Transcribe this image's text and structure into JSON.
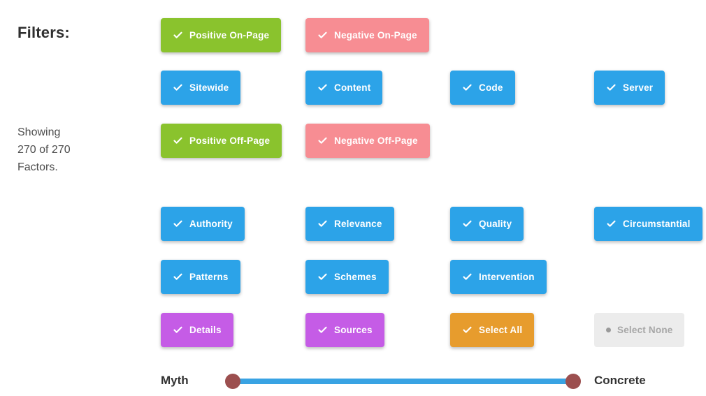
{
  "heading": "Filters:",
  "status_text": "Showing 270 of 270 Factors.",
  "results": {
    "showing": 270,
    "total": 270
  },
  "filter_buttons": {
    "positive_on_page": "Positive On-Page",
    "negative_on_page": "Negative On-Page",
    "sitewide": "Sitewide",
    "content": "Content",
    "code": "Code",
    "server": "Server",
    "positive_off_page": "Positive Off-Page",
    "negative_off_page": "Negative Off-Page",
    "authority": "Authority",
    "relevance": "Relevance",
    "quality": "Quality",
    "circumstantial": "Circumstantial",
    "patterns": "Patterns",
    "schemes": "Schemes",
    "intervention": "Intervention",
    "details": "Details",
    "sources": "Sources",
    "select_all": "Select All",
    "select_none": "Select None"
  },
  "button_states": {
    "all_filters_checked": true,
    "select_none_disabled": true
  },
  "slider": {
    "left_label": "Myth",
    "right_label": "Concrete",
    "handle_positions": [
      "min",
      "max"
    ]
  },
  "colors": {
    "positive_green": "#8ac32d",
    "negative_pink": "#f78d93",
    "category_blue": "#2ca3e8",
    "meta_purple": "#c55ce6",
    "select_all_orange": "#e79c2d",
    "select_none_bg": "#ececec",
    "select_none_text": "#a6a6a6",
    "slider_track_blue": "#39a3e3",
    "slider_handle_maroon": "#9c4f4f",
    "heading_text": "#2f2f2f",
    "status_text": "#4d4d4d"
  }
}
